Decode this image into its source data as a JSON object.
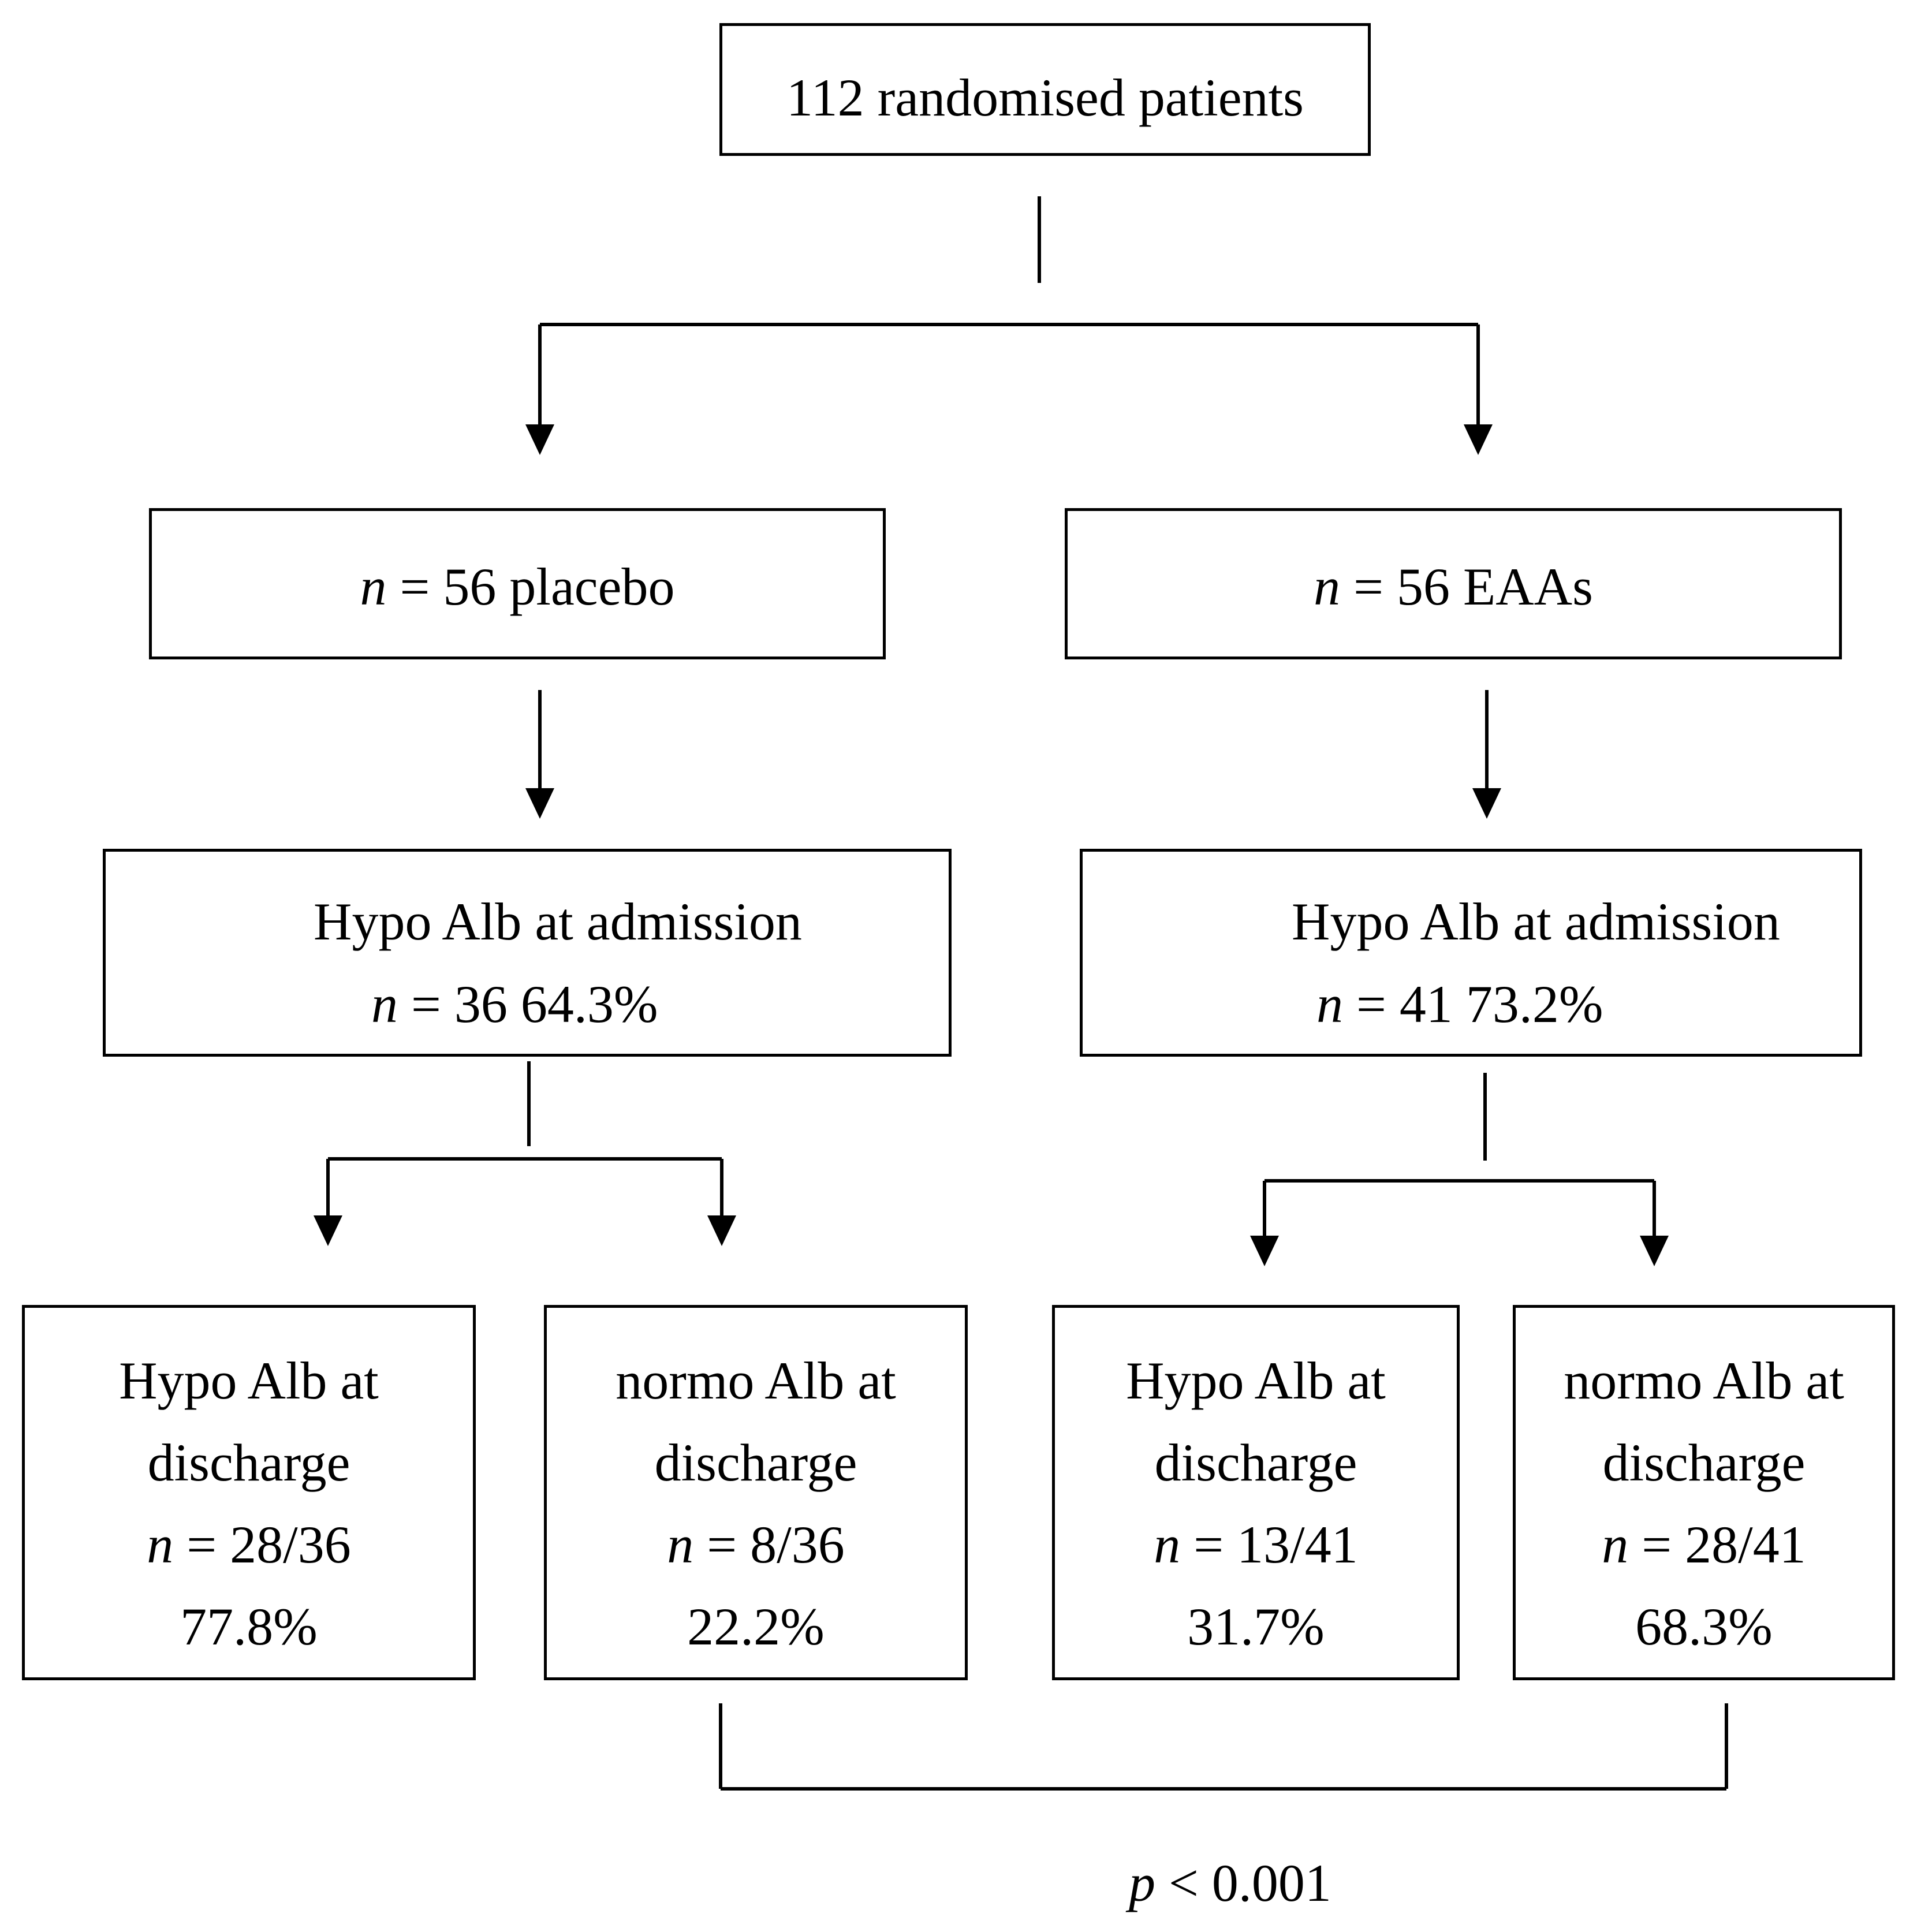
{
  "nodes": {
    "root": {
      "text": "112 randomised patients"
    },
    "placebo": {
      "n_symbol": "n",
      "text": " = 56 placebo"
    },
    "eaas": {
      "n_symbol": "n",
      "text": " = 56 EAAs"
    },
    "placebo_admission": {
      "line1": "Hypo Alb at admission",
      "n_symbol": "n",
      "line2": " = 36 64.3%"
    },
    "eaas_admission": {
      "line1": "Hypo Alb at admission",
      "n_symbol": "n",
      "line2": " = 41 73.2%"
    },
    "placebo_hypo_discharge": {
      "line1": "Hypo Alb at",
      "line2": "discharge",
      "n_symbol": "n",
      "line3": " = 28/36",
      "line4": "77.8%"
    },
    "placebo_normo_discharge": {
      "line1": "normo Alb at",
      "line2": "discharge",
      "n_symbol": "n",
      "line3": " = 8/36",
      "line4": "22.2%"
    },
    "eaas_hypo_discharge": {
      "line1": "Hypo Alb at",
      "line2": "discharge",
      "n_symbol": "n",
      "line3": " = 13/41",
      "line4": "31.7%"
    },
    "eaas_normo_discharge": {
      "line1": "normo Alb at",
      "line2": "discharge",
      "n_symbol": "n",
      "line3": " = 28/41",
      "line4": "68.3%"
    }
  },
  "comparison": {
    "p_symbol": "p",
    "text": " < 0.001"
  },
  "colors": {
    "line": "#000000",
    "background": "#ffffff"
  }
}
